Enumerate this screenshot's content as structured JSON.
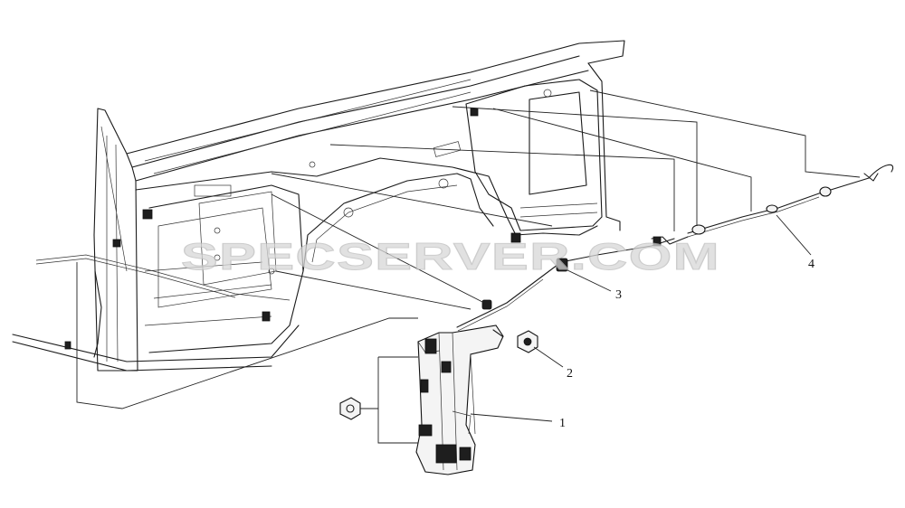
{
  "watermark": "SPECSERVER.COM",
  "callouts": [
    {
      "id": "1",
      "label": "1"
    },
    {
      "id": "2",
      "label": "2"
    },
    {
      "id": "3",
      "label": "3"
    },
    {
      "id": "4",
      "label": "4"
    }
  ]
}
